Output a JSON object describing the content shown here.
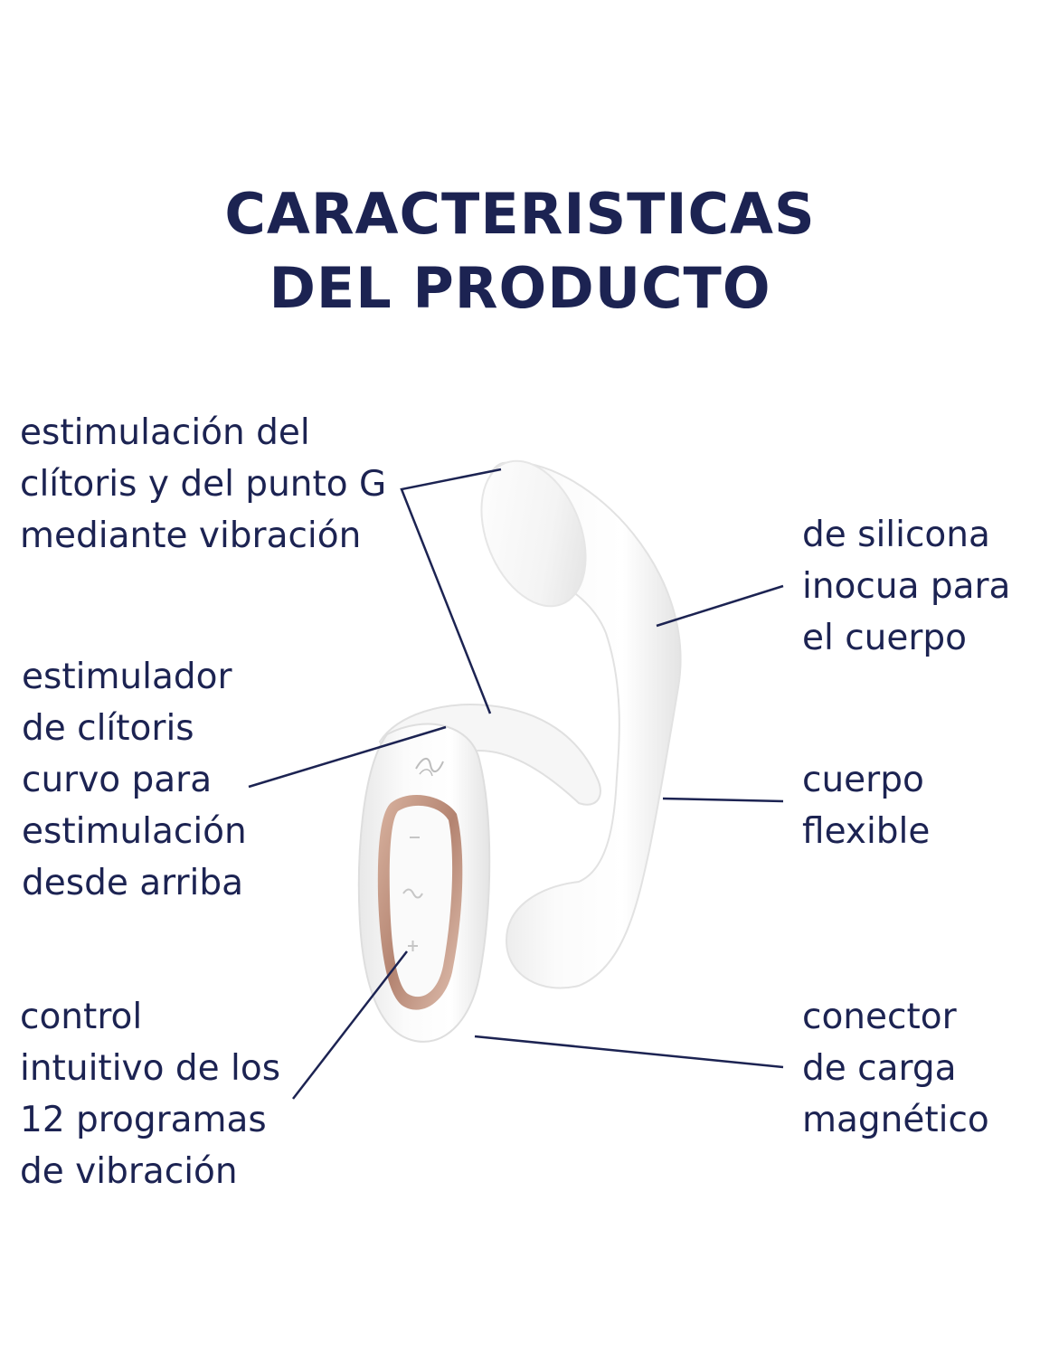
{
  "title": {
    "line1": "CARACTERISTICAS",
    "line2": "DEL PRODUCTO"
  },
  "features": {
    "gspot": {
      "line1": "estimulación del",
      "line2": "clítoris y del punto G",
      "line3": "mediante vibración"
    },
    "clit": {
      "line1": "estimulador",
      "line2": "de clítoris",
      "line3": "curvo para",
      "line4": "estimulación",
      "line5": "desde arriba"
    },
    "control": {
      "line1": "control",
      "line2": "intuitivo de los",
      "line3": "12 programas",
      "line4": "de vibración"
    },
    "silicone": {
      "line1": "de silicona",
      "line2": "inocua para",
      "line3": "el cuerpo"
    },
    "flexible": {
      "line1": "cuerpo",
      "line2": "flexible"
    },
    "charging": {
      "line1": "conector",
      "line2": "de carga",
      "line3": "magnético"
    }
  },
  "colors": {
    "text": "#1c2352",
    "leader_line": "#1c2352",
    "product_body": "#f7f7f7",
    "product_accent": "#c9a08c"
  },
  "icons": {
    "logo": "satisfyer-logo-icon",
    "minus": "minus-icon",
    "wave": "wave-icon",
    "plus": "plus-icon"
  }
}
